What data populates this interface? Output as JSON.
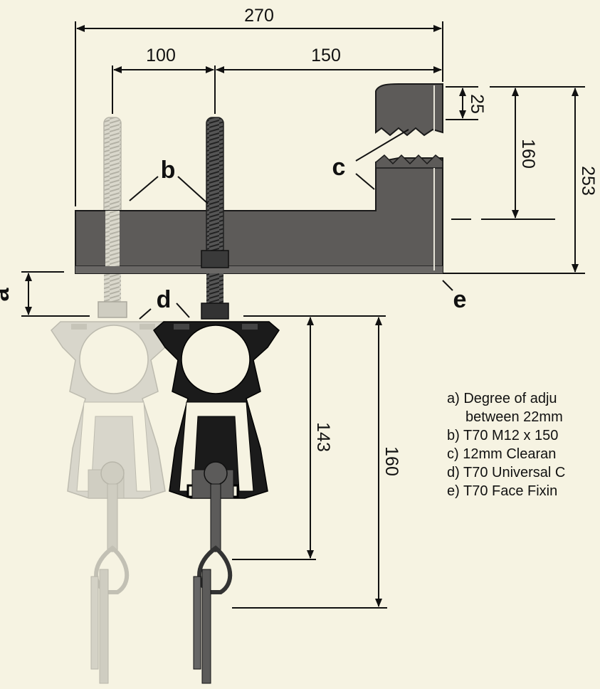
{
  "dimensions": {
    "overall_width": "270",
    "rod_spacing": "100",
    "rod_to_jaw": "150",
    "jaw_tooth": "25",
    "jaw_height": "160",
    "overall_height": "253",
    "drop_to_hook": "143",
    "drop_total": "160"
  },
  "labels": {
    "a": "a",
    "b": "b",
    "c": "c",
    "d": "d",
    "e": "e"
  },
  "legend": [
    {
      "text": "a) Degree of adju"
    },
    {
      "text": "between 22mm"
    },
    {
      "text": "b) T70 M12 x 150"
    },
    {
      "text": "c) 12mm Clearan"
    },
    {
      "text": "d) T70 Universal C"
    },
    {
      "text": "e) T70 Face Fixin"
    }
  ],
  "colors": {
    "background": "#f6f3e2",
    "bracket": "#5d5b59",
    "fitting_dark": "#1b1b1b",
    "fitting_ghost": "#d8d6cb",
    "line": "#111111"
  }
}
